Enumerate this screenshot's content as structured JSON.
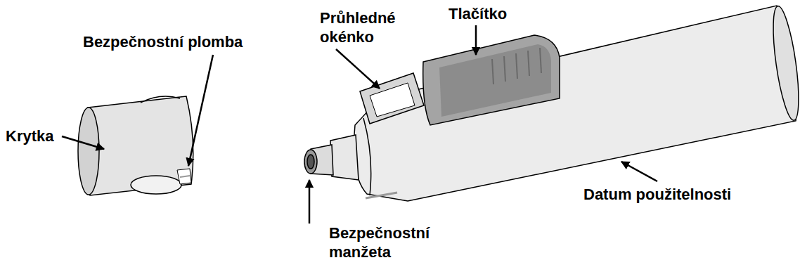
{
  "diagram": {
    "labels": [
      "Bezpečnostní plomba",
      "Průhledné okénko",
      "Tlačítko",
      "Krytka",
      "Bezpečnostní manžeta",
      "Datum použitelnosti"
    ]
  }
}
